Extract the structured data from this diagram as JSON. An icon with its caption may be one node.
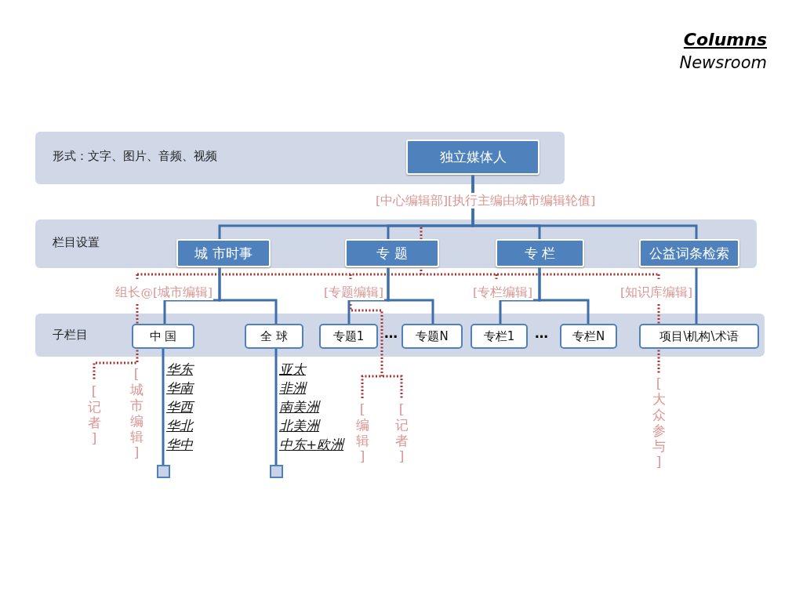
{
  "diagram": {
    "title": "Columns",
    "nodes": [
      {
        "text": [
          "形式：文字、图片、音频、视频"
        ]
      },
      {
        "text": [
          "独立媒体人"
        ],
        "in": 0
      },
      {
        "text": [
          "栏目设置"
        ]
      },
      {
        "text": [
          "城 市时事"
        ],
        "in": 2
      },
      {
        "text": [
          "专 题"
        ],
        "in": 2
      },
      {
        "text": [
          "专 栏"
        ],
        "in": 2
      },
      {
        "text": [
          "公益词条检索"
        ],
        "in": 2
      },
      {
        "text": [
          "子栏目"
        ]
      },
      {
        "text": [
          "中 国"
        ],
        "in": 7
      },
      {
        "text": [
          "全 球"
        ],
        "in": 7
      },
      {
        "text": [
          "专题1"
        ],
        "in": 7
      },
      {
        "text": [
          "专题N"
        ],
        "in": 7
      },
      {
        "text": [
          "专栏1"
        ],
        "in": 7
      },
      {
        "text": [
          "专栏N"
        ],
        "in": 7
      },
      {
        "text": [
          "项目\\机构\\术语"
        ],
        "in": 7
      },
      {
        "text": [],
        "shape": "box"
      },
      {
        "text": [],
        "shape": "box"
      }
    ],
    "edges": [
      {
        "from": 1,
        "to": 3,
        "arrow": "none"
      },
      {
        "from": 1,
        "to": 4,
        "arrow": "none"
      },
      {
        "from": 1,
        "to": 5,
        "arrow": "none"
      },
      {
        "from": 1,
        "to": 6,
        "arrow": "none"
      },
      {
        "from": 3,
        "to": 8,
        "arrow": "none"
      },
      {
        "from": 3,
        "to": 9,
        "arrow": "none"
      },
      {
        "from": 4,
        "to": 10,
        "arrow": "none"
      },
      {
        "from": 4,
        "to": 11,
        "arrow": "none"
      },
      {
        "from": 5,
        "to": 12,
        "arrow": "none"
      },
      {
        "from": 5,
        "to": 13,
        "arrow": "none"
      },
      {
        "from": 6,
        "to": 14,
        "arrow": "none"
      },
      {
        "from": 8,
        "to": 15,
        "arrow": "none"
      },
      {
        "from": 9,
        "to": 16,
        "arrow": "none"
      }
    ],
    "labels": [
      "Newsroom",
      "[中心编辑部][执行主编由城市编辑轮值]",
      "组长@[城市编辑]",
      "[专题编辑]",
      "[专栏编辑]",
      "[知识库编辑]",
      "…",
      "…",
      "[记者]",
      "[城市编辑]",
      "华东",
      "华南",
      "华西",
      "华北",
      "华中",
      "亚太",
      "非洲",
      "南美洲",
      "北美洲",
      "中东+欧洲",
      "[编辑]",
      "[记者]",
      "[大众参与]"
    ]
  }
}
